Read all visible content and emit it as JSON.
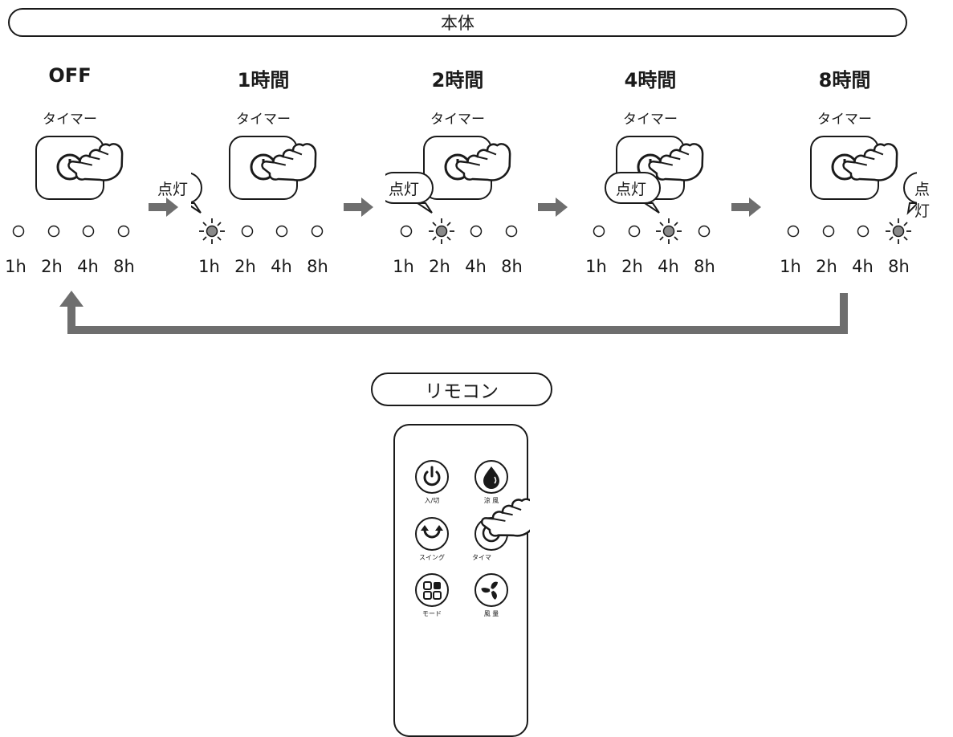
{
  "header": {
    "title": "本体"
  },
  "stages": [
    {
      "title": "OFF",
      "button_label": "タイマー",
      "active_index": -1
    },
    {
      "title": "1時間",
      "button_label": "タイマー",
      "active_index": 0
    },
    {
      "title": "2時間",
      "button_label": "タイマー",
      "active_index": 1
    },
    {
      "title": "4時間",
      "button_label": "タイマー",
      "active_index": 2
    },
    {
      "title": "8時間",
      "button_label": "タイマー",
      "active_index": 3
    }
  ],
  "led_labels": [
    "1h",
    "2h",
    "4h",
    "8h"
  ],
  "lit_bubble": "点灯",
  "remote": {
    "title": "リモコン",
    "buttons": [
      {
        "label": "入/切",
        "icon": "power-icon"
      },
      {
        "label": "涼 風",
        "icon": "drop-icon"
      },
      {
        "label": "スイング",
        "icon": "swing-icon"
      },
      {
        "label": "タイマ",
        "icon": "timer-icon"
      },
      {
        "label": "モード",
        "icon": "mode-icon"
      },
      {
        "label": "風 量",
        "icon": "fan-icon"
      }
    ]
  },
  "colors": {
    "arrow": "#6e6e6e",
    "led_lit": "#8a8a8a",
    "line": "#1a1a1a"
  }
}
